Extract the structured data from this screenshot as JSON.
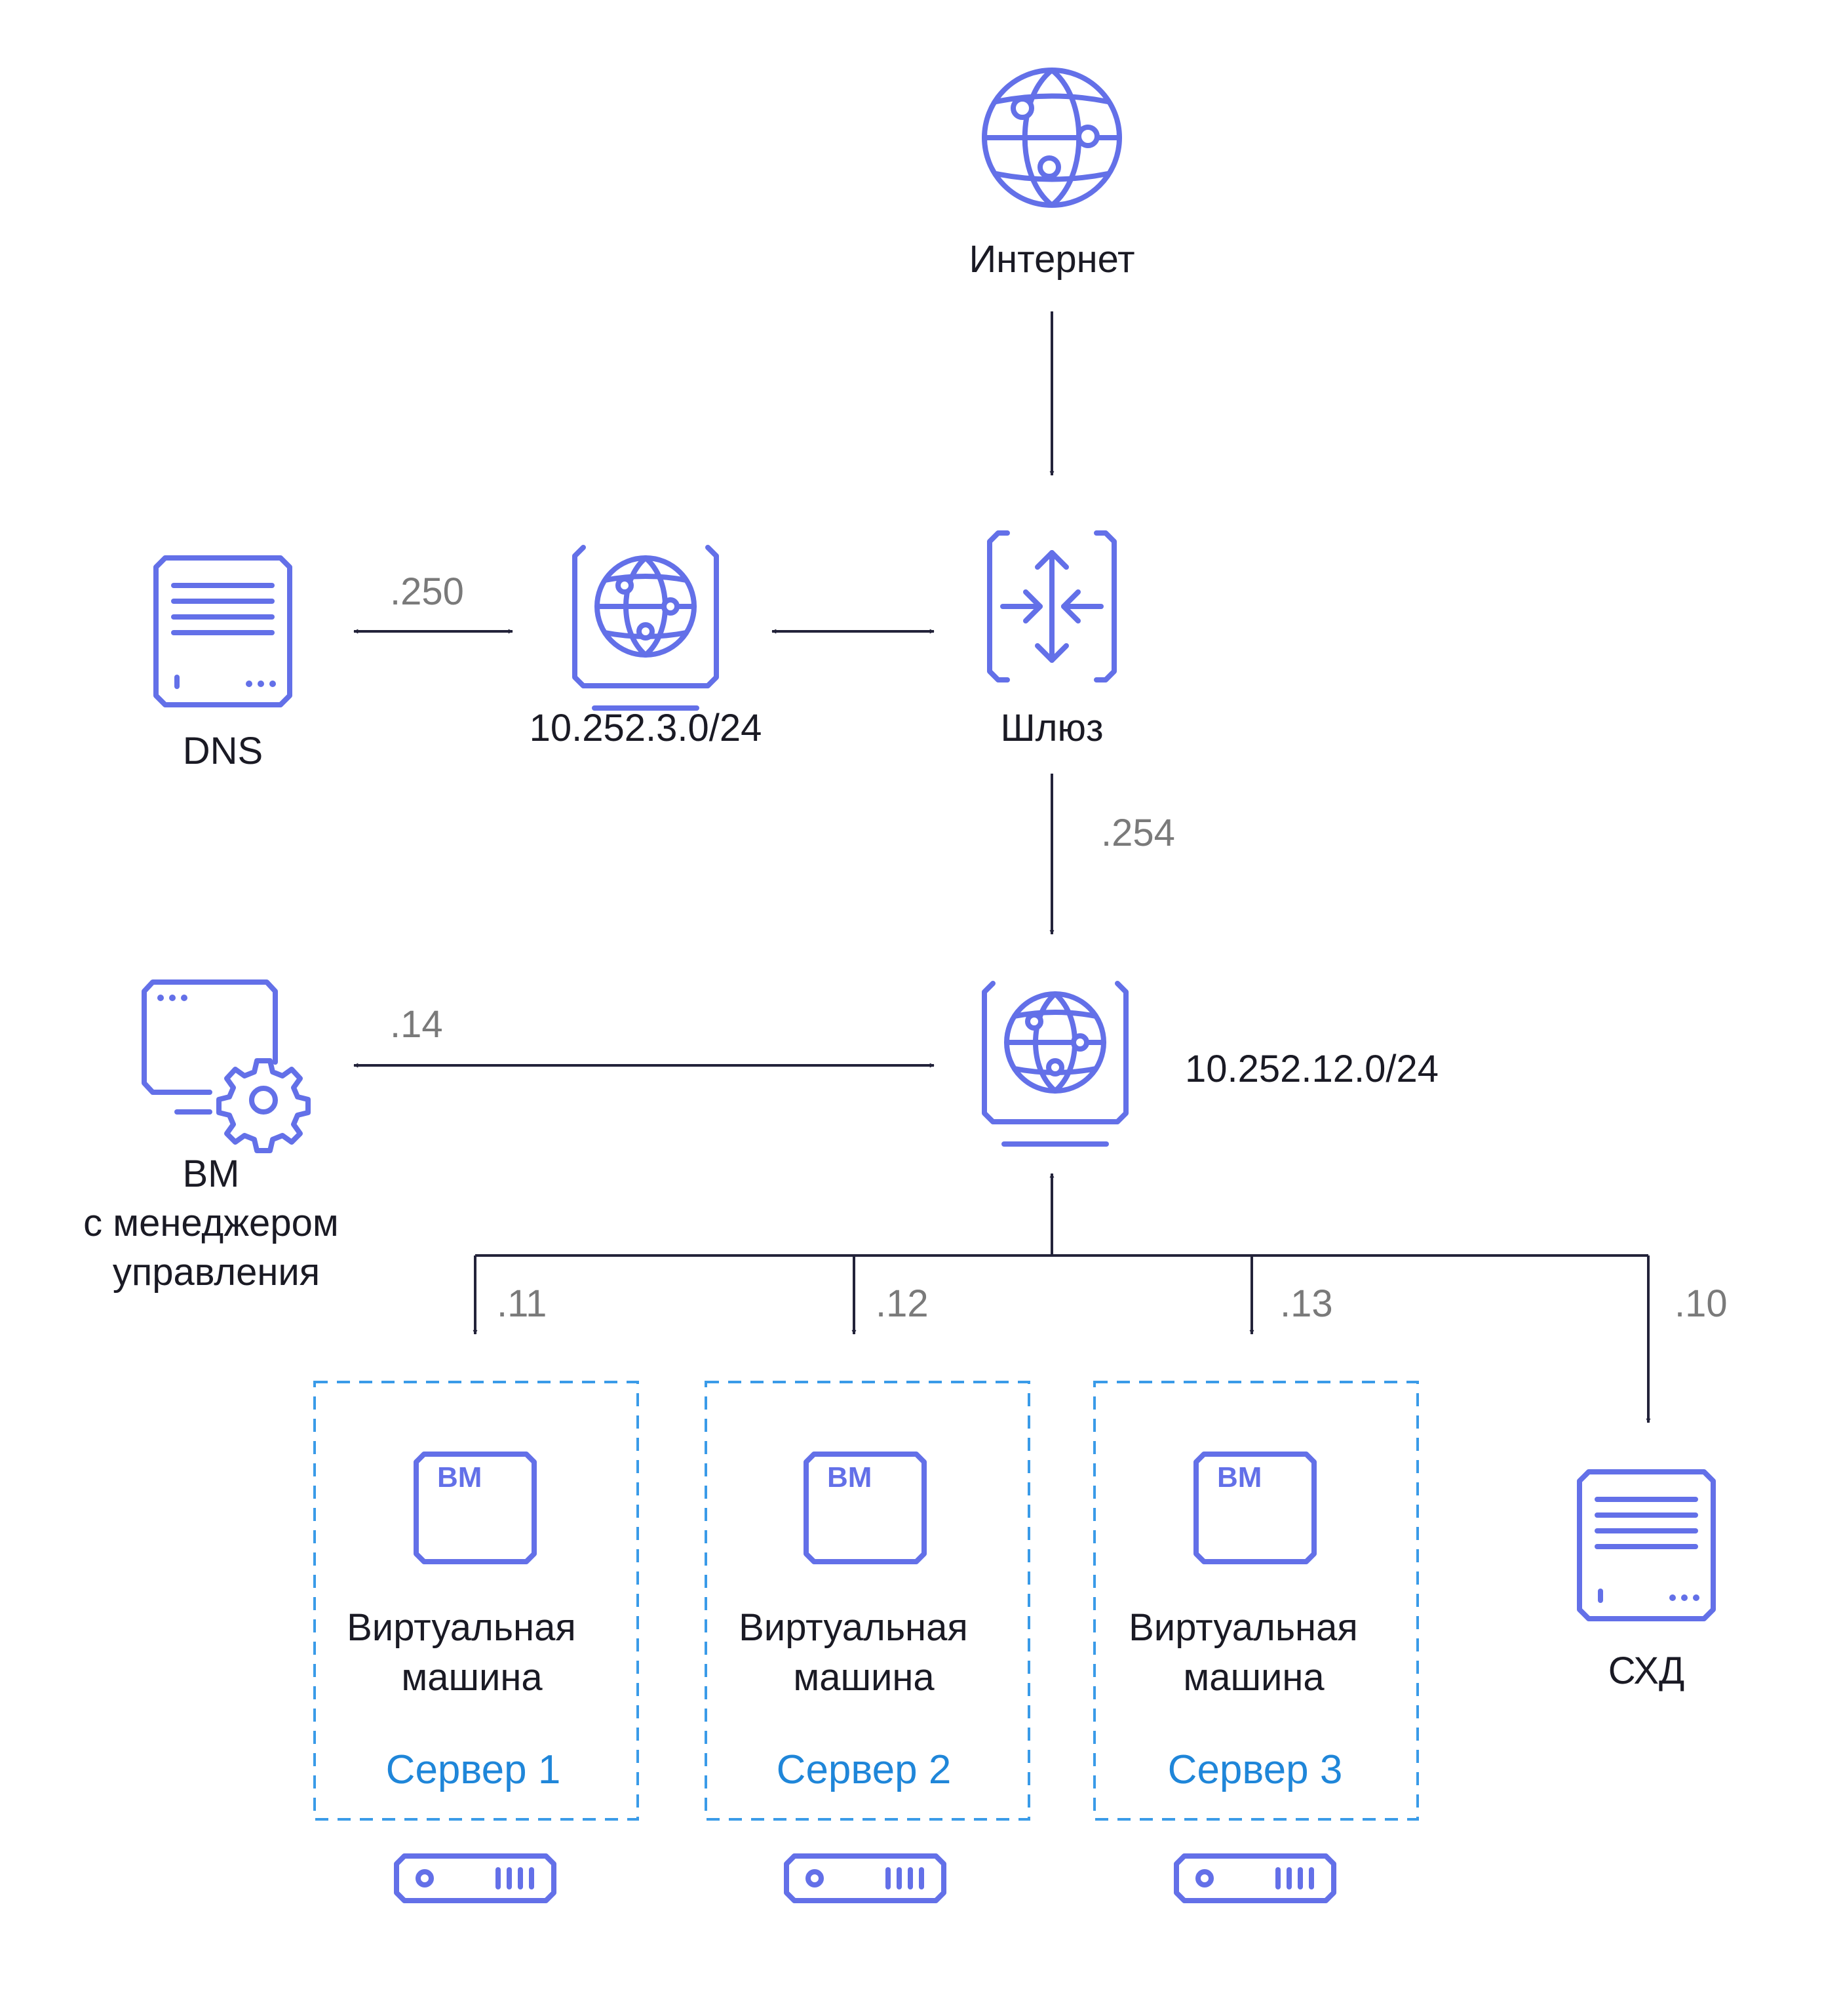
{
  "nodes": {
    "internet": "Интернет",
    "dns": "DNS",
    "subnet_a": "10.252.3.0/24",
    "gateway": "Шлюз",
    "subnet_b": "10.252.12.0/24",
    "mgr_vm": [
      "ВМ",
      "с менеджером",
      "управления"
    ],
    "storage": "СХД"
  },
  "addresses": {
    "dns": ".250",
    "gateway": ".254",
    "mgr_vm": ".14",
    "server1": ".11",
    "server2": ".12",
    "server3": ".13",
    "storage": ".10"
  },
  "servers": [
    {
      "vm_tag": "ВМ",
      "vm_label": [
        "Виртуальная",
        "машина"
      ],
      "name": "Сервер 1"
    },
    {
      "vm_tag": "ВМ",
      "vm_label": [
        "Виртуальная",
        "машина"
      ],
      "name": "Сервер 2"
    },
    {
      "vm_tag": "ВМ",
      "vm_label": [
        "Виртуальная",
        "машина"
      ],
      "name": "Сервер 3"
    }
  ],
  "colors": {
    "icon": "#6370e8",
    "server_label": "#1f86d9",
    "dashed_border": "#3a9be8",
    "address_text": "#7a7a7a",
    "connector": "#23233a"
  },
  "icons": {
    "internet": "globe-icon",
    "subnet": "network-monitor-icon",
    "gateway": "router-icon",
    "dns": "server-icon",
    "mgr_vm": "window-gear-icon",
    "vm": "vm-chip-icon",
    "host": "rack-server-icon"
  }
}
